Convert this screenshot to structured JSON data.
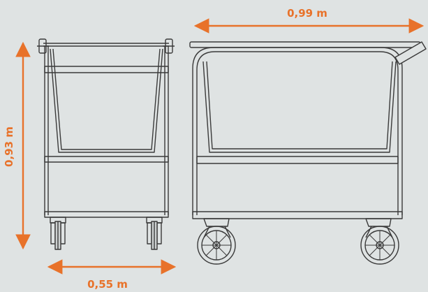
{
  "dimensions": {
    "width": "0,99 m",
    "height": "0,93 m",
    "depth": "0,55 m"
  },
  "colors": {
    "background": "#dfe3e3",
    "accent": "#e8722a",
    "line": "#3a3a3a"
  }
}
